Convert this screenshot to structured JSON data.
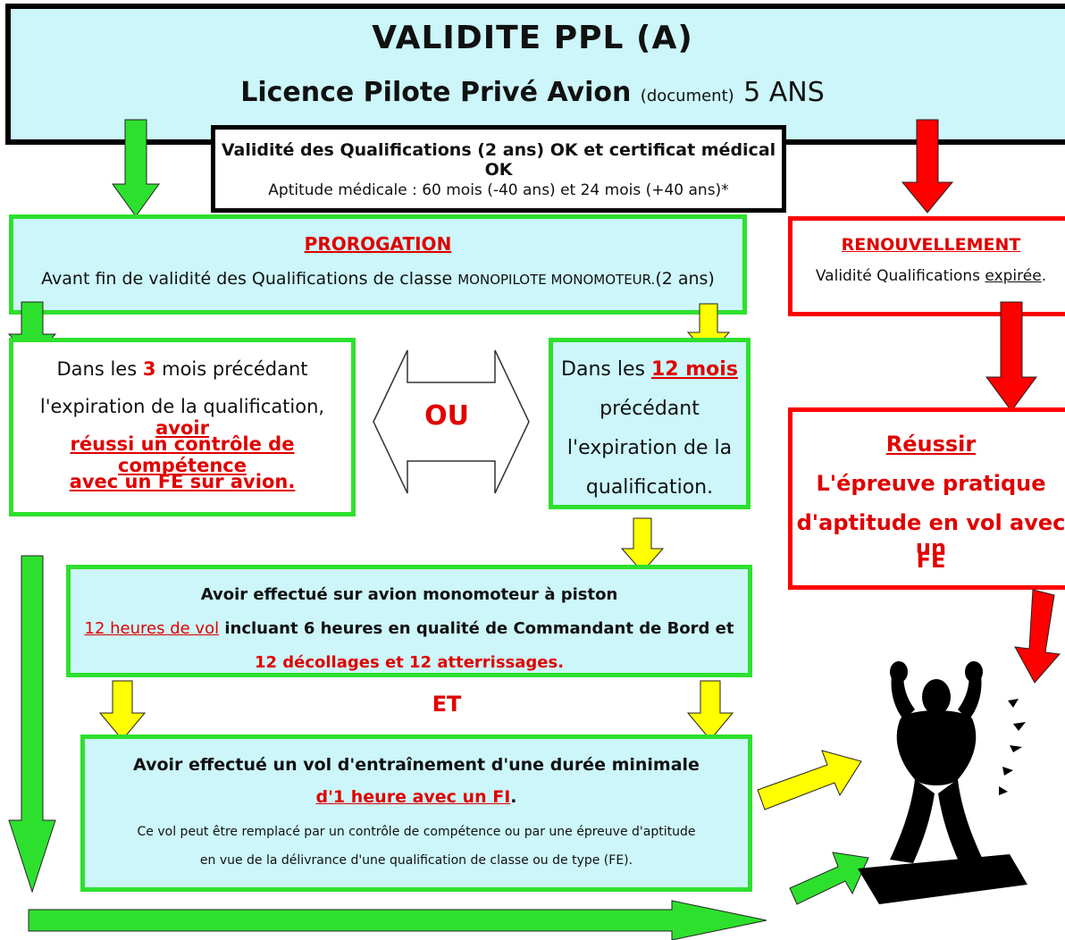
{
  "header": {
    "title": "VALIDITE PPL (A)",
    "subtitle_main": "Licence Pilote Privé Avion",
    "subtitle_small": "(document)",
    "subtitle_duration": "5 ANS"
  },
  "validity": {
    "line1": "Validité des Qualifications (2 ans) OK et certificat médical OK",
    "line2": "Aptitude médicale : 60 mois (-40 ans) et 24 mois (+40 ans)*"
  },
  "prorogation": {
    "title": "PROROGATION",
    "text_before": "Avant fin de validité des Qualifications de classe ",
    "text_small": "MONOPILOTE MONOMOTEUR.",
    "text_after": "(2 ans)"
  },
  "box_3_months": {
    "l1_a": "Dans les ",
    "l1_num": "3",
    "l1_b": " mois précédant",
    "l2_a": "l'expiration de la qualification, ",
    "l2_red": "avoir",
    "l3": "réussi un contrôle de compétence",
    "l4": "avec un FE sur avion."
  },
  "or_label": "OU",
  "box_12_months": {
    "l1_a": "Dans les ",
    "l1_red": "12 mois",
    "l2": "précédant",
    "l3": "l'expiration de la",
    "l4": "qualification."
  },
  "box_hours": {
    "l1": "Avoir effectué sur avion monomoteur à piston",
    "l2_red": "12 heures de vol",
    "l2_rest": " incluant 6 heures en qualité de Commandant de Bord et",
    "l3": "12 décollages et 12 atterrissages."
  },
  "and_label": "ET",
  "box_flight": {
    "l1": "Avoir effectué un vol d'entraînement d'une durée minimale",
    "l2": "d'1 heure avec un FI",
    "l2_dot": ".",
    "l3": "Ce vol peut être remplacé par un contrôle de compétence ou par une épreuve d'aptitude",
    "l4": "en vue de la délivrance d'une qualification de classe ou de type (FE)."
  },
  "renouvellement": {
    "title": "RENOUVELLEMENT",
    "text_a": "Validité Qualifications ",
    "text_ul": "expirée",
    "text_b": "."
  },
  "reussir": {
    "l1": "Réussir",
    "l2": "L'épreuve pratique",
    "l3": "d'aptitude en vol avec un",
    "l4": "FE"
  },
  "colors": {
    "cyan": "#ccf6f9",
    "green": "#2ee02e",
    "red": "#ff0000",
    "yellow": "#ffff00",
    "text_red": "#e00000"
  }
}
